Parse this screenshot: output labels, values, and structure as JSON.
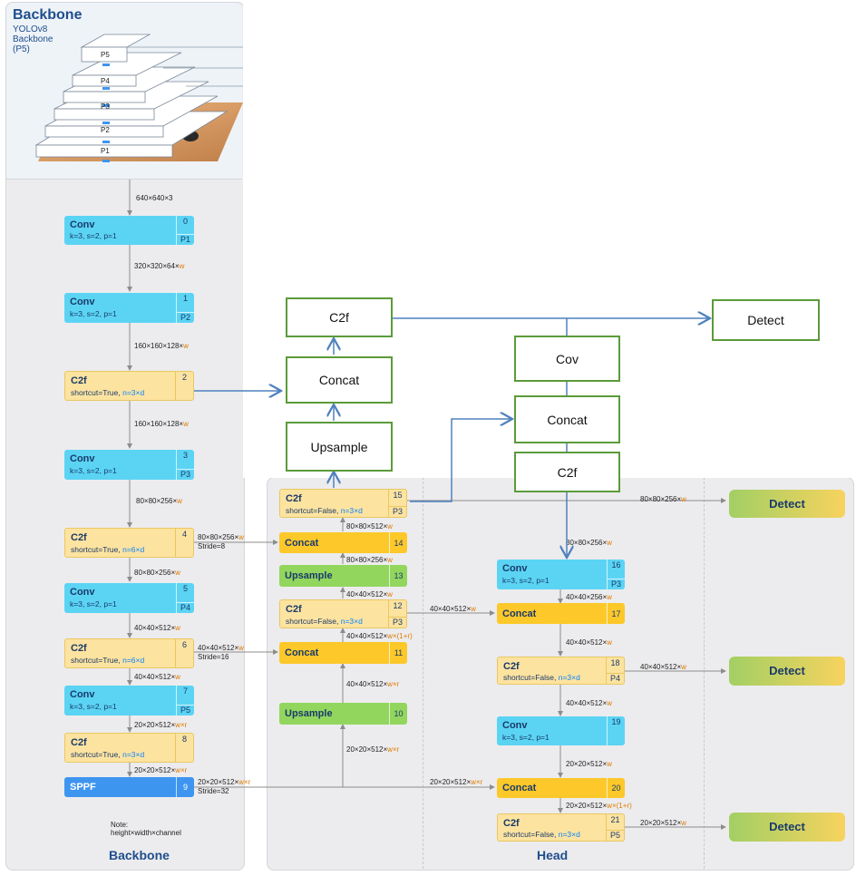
{
  "backbone_header": {
    "title": "Backbone",
    "subtitle_lines": [
      "YOLOv8",
      "Backbone",
      "(P5)"
    ],
    "pyramid_levels": [
      "P5",
      "P4",
      "P3",
      "P2",
      "P1"
    ]
  },
  "backbone_blocks": [
    {
      "name": "Conv",
      "params": "k=3, s=2, p=1",
      "index": "0",
      "level": "P1"
    },
    {
      "name": "Conv",
      "params": "k=3, s=2, p=1",
      "index": "1",
      "level": "P2"
    },
    {
      "name": "C2f",
      "params_pre": "shortcut=True, ",
      "params_hl": "n=3×d",
      "index": "2",
      "level": ""
    },
    {
      "name": "Conv",
      "params": "k=3, s=2, p=1",
      "index": "3",
      "level": "P3"
    },
    {
      "name": "C2f",
      "params_pre": "shortcut=True, ",
      "params_hl": "n=6×d",
      "index": "4",
      "level": ""
    },
    {
      "name": "Conv",
      "params": "k=3, s=2, p=1",
      "index": "5",
      "level": "P4"
    },
    {
      "name": "C2f",
      "params_pre": "shortcut=True, ",
      "params_hl": "n=6×d",
      "index": "6",
      "level": ""
    },
    {
      "name": "Conv",
      "params": "k=3, s=2, p=1",
      "index": "7",
      "level": "P5"
    },
    {
      "name": "C2f",
      "params_pre": "shortcut=True, ",
      "params_hl": "n=3×d",
      "index": "8",
      "level": ""
    },
    {
      "name": "SPPF",
      "index": "9"
    }
  ],
  "neck_blocks": [
    {
      "name": "C2f",
      "params_pre": "shortcut=False, ",
      "params_hl": "n=3×d",
      "index": "15",
      "level": "P3"
    },
    {
      "name": "Concat",
      "index": "14"
    },
    {
      "name": "Upsample",
      "index": "13"
    },
    {
      "name": "C2f",
      "params_pre": "shortcut=False, ",
      "params_hl": "n=3×d",
      "index": "12",
      "level": "P3"
    },
    {
      "name": "Concat",
      "index": "11"
    },
    {
      "name": "Upsample",
      "index": "10"
    }
  ],
  "head_blocks": [
    {
      "name": "Conv",
      "params": "k=3, s=2, p=1",
      "index": "16",
      "level": "P3"
    },
    {
      "name": "Concat",
      "index": "17"
    },
    {
      "name": "C2f",
      "params_pre": "shortcut=False, ",
      "params_hl": "n=3×d",
      "index": "18",
      "level": "P4"
    },
    {
      "name": "Conv",
      "params": "k=3, s=2, p=1",
      "index": "19",
      "level": ""
    },
    {
      "name": "Concat",
      "index": "20"
    },
    {
      "name": "C2f",
      "params_pre": "shortcut=False, ",
      "params_hl": "n=3×d",
      "index": "21",
      "level": "P5"
    }
  ],
  "detect_label": "Detect",
  "dims": {
    "d0": {
      "t": "640×640×3",
      "w": ""
    },
    "d1": {
      "t": "320×320×64×",
      "w": "w"
    },
    "d2": {
      "t": "160×160×128×",
      "w": "w"
    },
    "d3": {
      "t": "160×160×128×",
      "w": "w"
    },
    "d4": {
      "t": "80×80×256×",
      "w": "w"
    },
    "d5": {
      "t": "80×80×256×",
      "w": "w"
    },
    "d6": {
      "t": "40×40×512×",
      "w": "w"
    },
    "d7": {
      "t": "40×40×512×",
      "w": "w"
    },
    "d8": {
      "t": "20×20×512×",
      "w": "w×r"
    },
    "d9": {
      "t": "20×20×512×",
      "w": "w×r"
    },
    "s4": {
      "t": "80×80×256×",
      "w": "w"
    },
    "s4b": {
      "t": "Stride=8",
      "w": ""
    },
    "s6": {
      "t": "40×40×512×",
      "w": "w"
    },
    "s6b": {
      "t": "Stride=16",
      "w": ""
    },
    "s9": {
      "t": "20×20×512×",
      "w": "w×r"
    },
    "s9b": {
      "t": "Stride=32",
      "w": ""
    },
    "n15_14": {
      "t": "80×80×512×",
      "w": "w"
    },
    "n14_13": {
      "t": "80×80×256×",
      "w": "w"
    },
    "n13_12": {
      "t": "40×40×512×",
      "w": "w"
    },
    "n12_11": {
      "t": "40×40×512×",
      "w": "w×(1+r)"
    },
    "n11_10": {
      "t": "40×40×512×",
      "w": "w×r"
    },
    "n10_9": {
      "t": "20×20×512×",
      "w": "w×r"
    },
    "h15_det": {
      "t": "80×80×256×",
      "w": "w"
    },
    "h15_16": {
      "t": "80×80×256×",
      "w": "w"
    },
    "h16_17": {
      "t": "40×40×256×",
      "w": "w"
    },
    "h12_17": {
      "t": "40×40×512×",
      "w": "w"
    },
    "h17_18": {
      "t": "40×40×512×",
      "w": "w"
    },
    "h18_det": {
      "t": "40×40×512×",
      "w": "w"
    },
    "h18_19": {
      "t": "40×40×512×",
      "w": "w"
    },
    "h19_20": {
      "t": "20×20×512×",
      "w": "w"
    },
    "h9_20": {
      "t": "20×20×512×",
      "w": "w×r"
    },
    "h20_21": {
      "t": "20×20×512×",
      "w": "w×(1+r)"
    },
    "h21_det": {
      "t": "20×20×512×",
      "w": "w"
    }
  },
  "note_lines": [
    "Note:",
    "height×width×channel"
  ],
  "footer": {
    "backbone": "Backbone",
    "head": "Head"
  },
  "overlay": {
    "c2f": "C2f",
    "concat_left": "Concat",
    "upsample": "Upsample",
    "cov": "Cov",
    "concat_right": "Concat",
    "c2f_right": "C2f",
    "detect": "Detect"
  }
}
